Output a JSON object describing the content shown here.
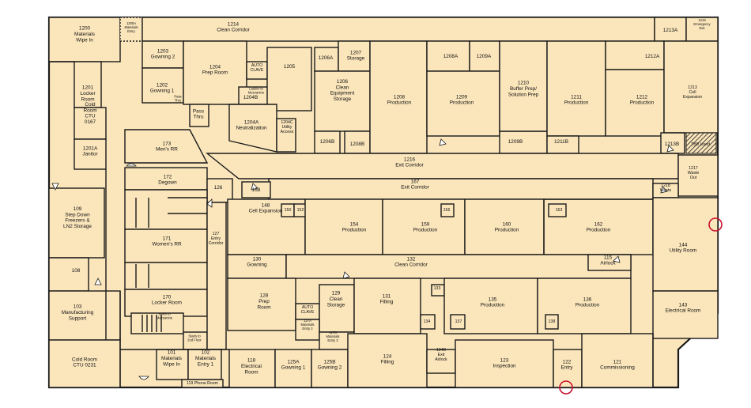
{
  "plan": {
    "colors": {
      "room_fill": "#fbe6bc",
      "walls": "#1a1a1a",
      "markers": "#c8102e"
    },
    "rooms": [
      {
        "id": "r1200",
        "lines": [
          "1200",
          "Materials",
          "Wipe In"
        ]
      },
      {
        "id": "r1200a",
        "lines": [
          "1200A",
          "Materials",
          "Entry"
        ]
      },
      {
        "id": "r1214",
        "lines": [
          "1214",
          "Clean Corridor"
        ]
      },
      {
        "id": "r1213a",
        "lines": [
          "1213A"
        ]
      },
      {
        "id": "r1219",
        "lines": [
          "1219",
          "Emergency",
          "Exit"
        ]
      },
      {
        "id": "r1203",
        "lines": [
          "1203",
          "Gowning 2"
        ]
      },
      {
        "id": "r1204",
        "lines": [
          "1204",
          "Prep Room"
        ]
      },
      {
        "id": "rautoclave1",
        "lines": [
          "AUTO",
          "CLAVE"
        ]
      },
      {
        "id": "r1205",
        "lines": [
          "1205"
        ]
      },
      {
        "id": "r1206a",
        "lines": [
          "1206A"
        ]
      },
      {
        "id": "r1207",
        "lines": [
          "1207",
          "Storage"
        ]
      },
      {
        "id": "r1208a",
        "lines": [
          "1208A"
        ]
      },
      {
        "id": "r1209a",
        "lines": [
          "1209A"
        ]
      },
      {
        "id": "r1212a",
        "lines": [
          "1212A"
        ]
      },
      {
        "id": "r1202",
        "lines": [
          "1202",
          "Gowning 1"
        ]
      },
      {
        "id": "rpassthru1",
        "lines": [
          "Pass",
          "Thru"
        ]
      },
      {
        "id": "rladder",
        "lines": [
          "Ladder to",
          "Mezzanine"
        ]
      },
      {
        "id": "r1204b",
        "lines": [
          "1204B"
        ]
      },
      {
        "id": "r1201",
        "lines": [
          "1201",
          "Locker",
          "Room"
        ]
      },
      {
        "id": "r1206",
        "lines": [
          "1206",
          "Clean",
          "Equipment",
          "Storage"
        ]
      },
      {
        "id": "r1208",
        "lines": [
          "1208",
          "Production"
        ]
      },
      {
        "id": "r1209",
        "lines": [
          "1209",
          "Production"
        ]
      },
      {
        "id": "r1210",
        "lines": [
          "1210",
          "Buffer Prep/",
          "Solution Prep"
        ]
      },
      {
        "id": "r1211",
        "lines": [
          "1211",
          "Production"
        ]
      },
      {
        "id": "r1212",
        "lines": [
          "1212",
          "Production"
        ]
      },
      {
        "id": "r1213",
        "lines": [
          "1213",
          "Cell",
          "Expansion"
        ]
      },
      {
        "id": "rcold0167",
        "lines": [
          "Cold",
          "Room",
          "CTU",
          "0167"
        ]
      },
      {
        "id": "rpassthru2",
        "lines": [
          "Pass",
          "Thru"
        ]
      },
      {
        "id": "r1204a",
        "lines": [
          "1204A",
          "Neutralization"
        ]
      },
      {
        "id": "r1204c",
        "lines": [
          "1204C",
          "Utility",
          "Access"
        ]
      },
      {
        "id": "r173",
        "lines": [
          "173",
          "Men's RR"
        ]
      },
      {
        "id": "r1206b",
        "lines": [
          "1206B"
        ]
      },
      {
        "id": "r1208b",
        "lines": [
          "1208B"
        ]
      },
      {
        "id": "r1209b",
        "lines": [
          "1209B"
        ]
      },
      {
        "id": "r1211b",
        "lines": [
          "1211B"
        ]
      },
      {
        "id": "r1213b",
        "lines": [
          "1213B"
        ]
      },
      {
        "id": "rtbdused",
        "lines": [
          "TBD Used"
        ]
      },
      {
        "id": "r1201a",
        "lines": [
          "1201A",
          "Janitor"
        ]
      },
      {
        "id": "r1216",
        "lines": [
          "1216",
          "Exit Corridor"
        ]
      },
      {
        "id": "r1217",
        "lines": [
          "1217",
          "Waste",
          "Out"
        ]
      },
      {
        "id": "r172",
        "lines": [
          "172",
          "Degown"
        ]
      },
      {
        "id": "r126",
        "lines": [
          "126"
        ]
      },
      {
        "id": "r168",
        "lines": [
          "168"
        ]
      },
      {
        "id": "r167",
        "lines": [
          "167",
          "Exit Corridor"
        ]
      },
      {
        "id": "r1218",
        "lines": [
          "1218",
          "Waste"
        ]
      },
      {
        "id": "r148",
        "lines": [
          "148",
          "Cell Expansion"
        ]
      },
      {
        "id": "r150",
        "lines": [
          "150"
        ]
      },
      {
        "id": "r152",
        "lines": [
          "152"
        ]
      },
      {
        "id": "r154",
        "lines": [
          "154",
          "Production"
        ]
      },
      {
        "id": "r156",
        "lines": [
          "156"
        ]
      },
      {
        "id": "r159",
        "lines": [
          "159",
          "Production"
        ]
      },
      {
        "id": "r160",
        "lines": [
          "160",
          "Production"
        ]
      },
      {
        "id": "r163",
        "lines": [
          "163"
        ]
      },
      {
        "id": "r162",
        "lines": [
          "162",
          "Production"
        ]
      },
      {
        "id": "r109",
        "lines": [
          "109",
          "Step Down",
          "Freezers &",
          "LN2 Storage"
        ]
      },
      {
        "id": "r171",
        "lines": [
          "171",
          "Women's RR"
        ]
      },
      {
        "id": "r127",
        "lines": [
          "127",
          "Entry",
          "Corridor"
        ]
      },
      {
        "id": "r144",
        "lines": [
          "144",
          "Utility Room"
        ]
      },
      {
        "id": "r130",
        "lines": [
          "130",
          "Gowning"
        ]
      },
      {
        "id": "r132",
        "lines": [
          "132",
          "Clean Corridor"
        ]
      },
      {
        "id": "r115",
        "lines": [
          "115",
          "Airlock"
        ]
      },
      {
        "id": "r108",
        "lines": [
          "108"
        ]
      },
      {
        "id": "r133",
        "lines": [
          "133"
        ]
      },
      {
        "id": "r128",
        "lines": [
          "128",
          "Prep",
          "Room"
        ]
      },
      {
        "id": "rautoclave2",
        "lines": [
          "AUTO",
          "CLAVE"
        ]
      },
      {
        "id": "r129",
        "lines": [
          "129",
          "Clean",
          "Storage"
        ]
      },
      {
        "id": "r131",
        "lines": [
          "131",
          "Filling"
        ]
      },
      {
        "id": "r135",
        "lines": [
          "135",
          "Production"
        ]
      },
      {
        "id": "r136",
        "lines": [
          "136",
          "Production"
        ]
      },
      {
        "id": "r143",
        "lines": [
          "143",
          "Electrical Room"
        ]
      },
      {
        "id": "r170",
        "lines": [
          "170",
          "Locker Room"
        ]
      },
      {
        "id": "r103",
        "lines": [
          "103",
          "Manufacturing",
          "Support"
        ]
      },
      {
        "id": "rstairsmezz",
        "lines": [
          "Stairs to",
          "Mezzanine"
        ]
      },
      {
        "id": "r134",
        "lines": [
          "134"
        ]
      },
      {
        "id": "r137",
        "lines": [
          "137"
        ]
      },
      {
        "id": "r138",
        "lines": [
          "138"
        ]
      },
      {
        "id": "r127a",
        "lines": [
          "127A",
          "Materials",
          "Entry 2"
        ]
      },
      {
        "id": "r127b",
        "lines": [
          "127B",
          "Materials",
          "Entry 3"
        ]
      },
      {
        "id": "rstairs2nd",
        "lines": [
          "Stairs to",
          "2nd Floor"
        ]
      },
      {
        "id": "r124b",
        "lines": [
          "124B",
          "Exit",
          "Airlock"
        ]
      },
      {
        "id": "r101",
        "lines": [
          "101",
          "Materials",
          "Wipe In"
        ]
      },
      {
        "id": "r102",
        "lines": [
          "102",
          "Materials",
          "Entry 1"
        ]
      },
      {
        "id": "r118",
        "lines": [
          "118",
          "Electrical",
          "Room"
        ]
      },
      {
        "id": "r125a",
        "lines": [
          "125A",
          "Gowning 1"
        ]
      },
      {
        "id": "r125b",
        "lines": [
          "125B",
          "Gowning 2"
        ]
      },
      {
        "id": "r124",
        "lines": [
          "124",
          "Filling"
        ]
      },
      {
        "id": "r123",
        "lines": [
          "123",
          "Inspection"
        ]
      },
      {
        "id": "r122",
        "lines": [
          "122",
          "Entry"
        ]
      },
      {
        "id": "r121",
        "lines": [
          "121",
          "Commissioning"
        ]
      },
      {
        "id": "rcold0231",
        "lines": [
          "Cold Room",
          "CTU 0231"
        ]
      },
      {
        "id": "r119",
        "lines": [
          "119 Phone Room"
        ]
      }
    ]
  }
}
